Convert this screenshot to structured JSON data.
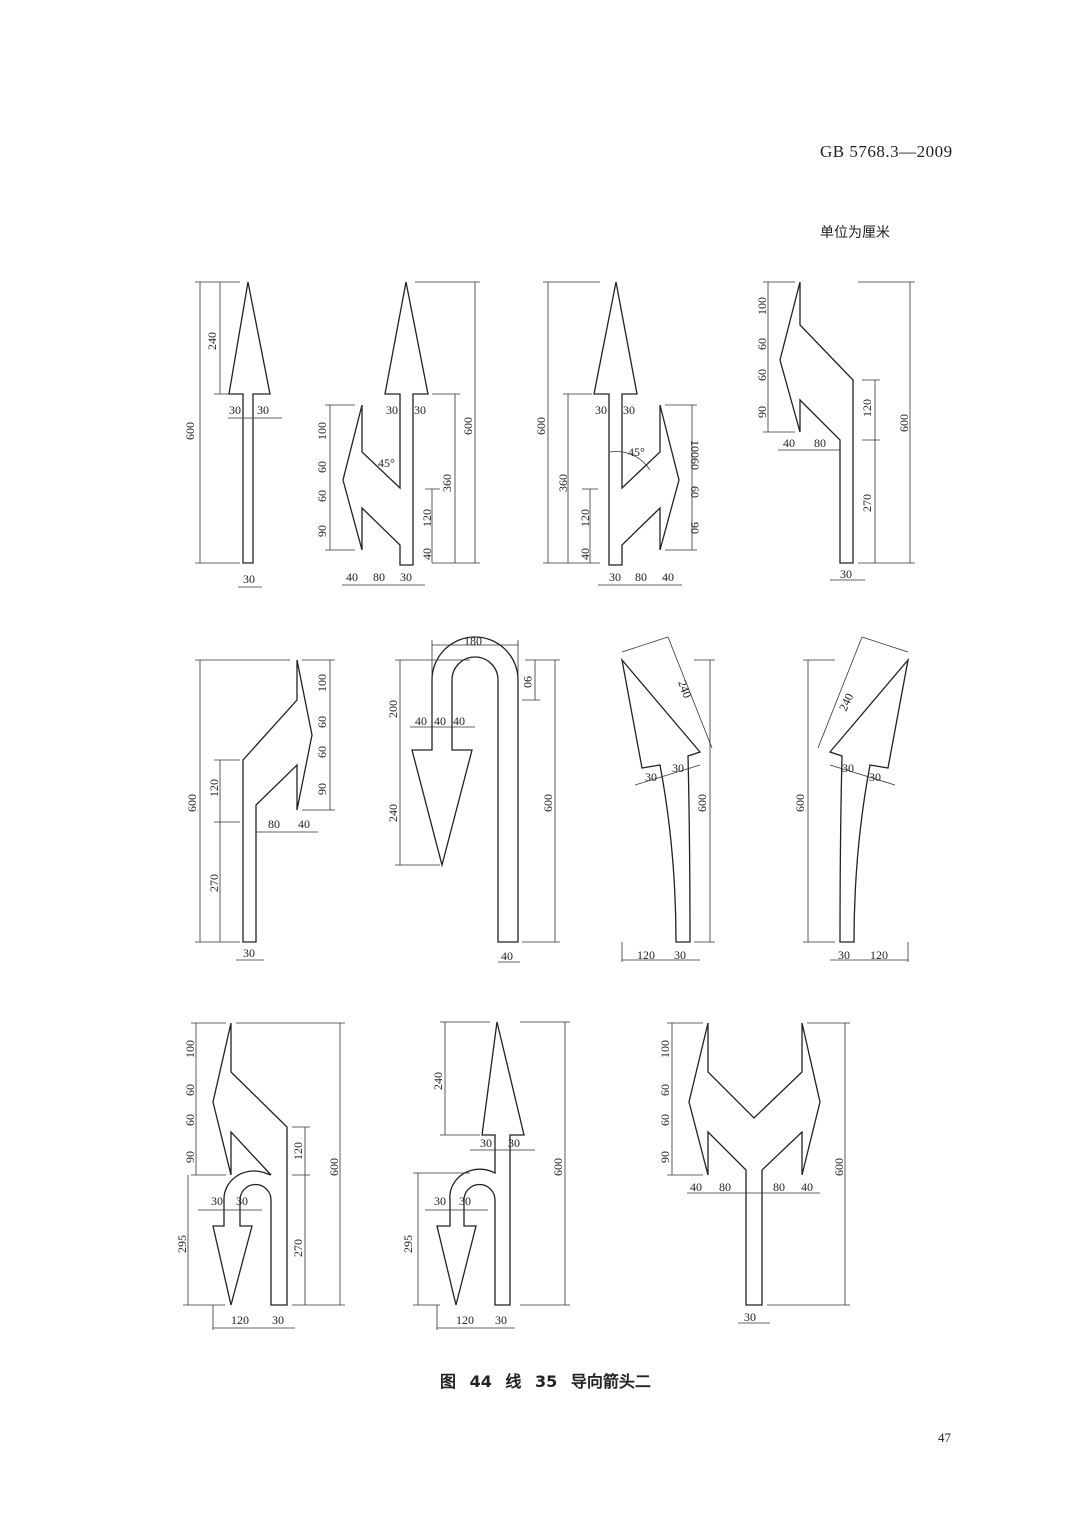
{
  "header": {
    "standard": "GB 5768.3—2009",
    "unit_note": "单位为厘米"
  },
  "caption": "图 44   线 35   导向箭头二",
  "page_number": "47",
  "figures": [
    {
      "name": "straight-arrow",
      "labels": [
        "240",
        "600",
        "30",
        "30",
        "30"
      ]
    },
    {
      "name": "straight-or-left-arrow",
      "labels": [
        "100",
        "60",
        "60",
        "90",
        "45°",
        "30",
        "30",
        "360",
        "600",
        "120",
        "40",
        "40",
        "80",
        "30"
      ]
    },
    {
      "name": "straight-or-right-arrow",
      "labels": [
        "600",
        "360",
        "120",
        "40",
        "30",
        "30",
        "45°",
        "100",
        "60",
        "60",
        "90",
        "30",
        "80",
        "40"
      ]
    },
    {
      "name": "merge-left-arrow",
      "labels": [
        "100",
        "60",
        "60",
        "90",
        "40",
        "80",
        "120",
        "270",
        "600",
        "30"
      ]
    },
    {
      "name": "merge-right-arrow",
      "labels": [
        "100",
        "60",
        "60",
        "90",
        "120",
        "270",
        "600",
        "80",
        "40",
        "30"
      ]
    },
    {
      "name": "u-turn-arrow",
      "labels": [
        "180",
        "90",
        "200",
        "40",
        "40",
        "40",
        "240",
        "600",
        "40"
      ]
    },
    {
      "name": "curve-left-arrow",
      "labels": [
        "240",
        "30",
        "30",
        "600",
        "120",
        "30"
      ]
    },
    {
      "name": "curve-right-arrow",
      "labels": [
        "240",
        "30",
        "30",
        "600",
        "30",
        "120"
      ]
    },
    {
      "name": "left-or-u-turn-arrow",
      "labels": [
        "100",
        "60",
        "60",
        "90",
        "120",
        "270",
        "600",
        "30",
        "30",
        "295",
        "120",
        "30"
      ]
    },
    {
      "name": "straight-or-u-turn-arrow",
      "labels": [
        "240",
        "30",
        "30",
        "600",
        "30",
        "30",
        "295",
        "120",
        "30"
      ]
    },
    {
      "name": "left-or-right-arrow",
      "labels": [
        "100",
        "60",
        "60",
        "90",
        "40",
        "80",
        "80",
        "40",
        "600",
        "30"
      ]
    }
  ]
}
